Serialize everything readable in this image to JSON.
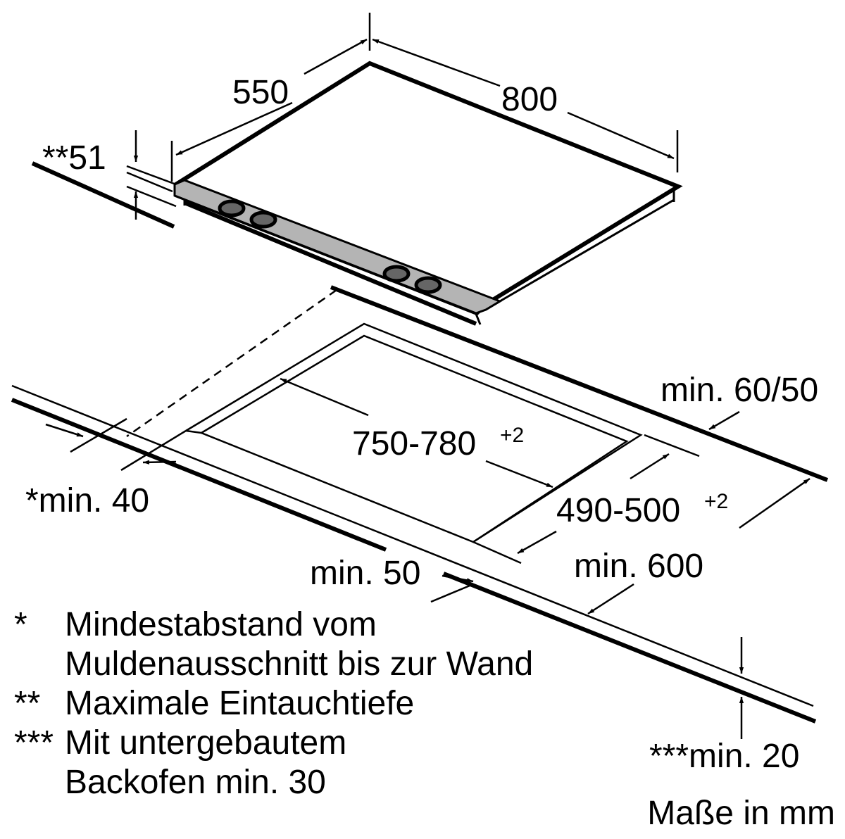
{
  "dimensions": {
    "depth": "550",
    "width": "800",
    "immersion_depth": "**51",
    "min_rear_distance": "min. 60/50",
    "cutout_width": "750-780",
    "cutout_width_tol": "+2",
    "cutout_depth": "490-500",
    "cutout_depth_tol": "+2",
    "min_side_distance": "*min. 40",
    "min_front_distance": "min. 50",
    "min_worktop_depth": "min. 600",
    "min_worktop_thickness": "***min. 20"
  },
  "notes": [
    {
      "mark": "*",
      "lines": [
        "Mindestabstand vom",
        "Muldenausschnitt bis zur Wand"
      ]
    },
    {
      "mark": "**",
      "lines": [
        "Maximale Eintauchtiefe"
      ]
    },
    {
      "mark": "***",
      "lines": [
        "Mit untergebautem",
        "Backofen min. 30"
      ]
    }
  ],
  "units": "Maße in mm"
}
